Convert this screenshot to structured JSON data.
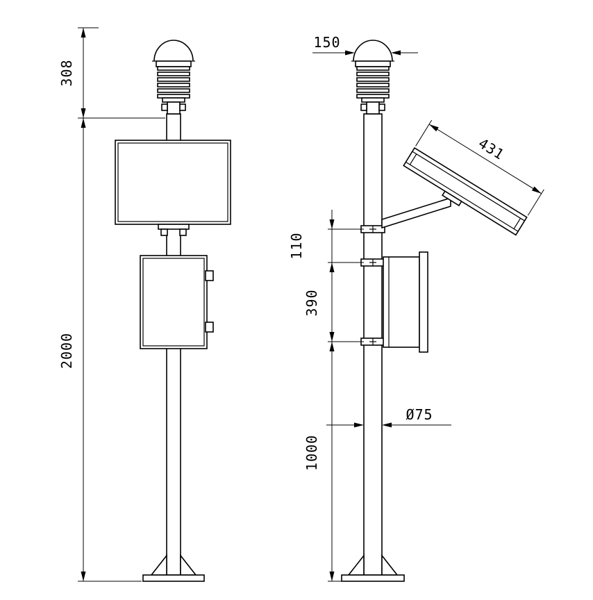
{
  "drawing": {
    "background": "#ffffff",
    "line_color": "#000000",
    "front_view": {
      "dim_sensor_height": "308",
      "dim_total_height": "2000"
    },
    "side_view": {
      "dim_sensor_width": "150",
      "dim_solar_panel_length": "431",
      "dim_upper_spacing": "110",
      "dim_enclosure_section": "390",
      "dim_lower_section": "1000",
      "dim_pole_diameter": "Ø75"
    }
  }
}
